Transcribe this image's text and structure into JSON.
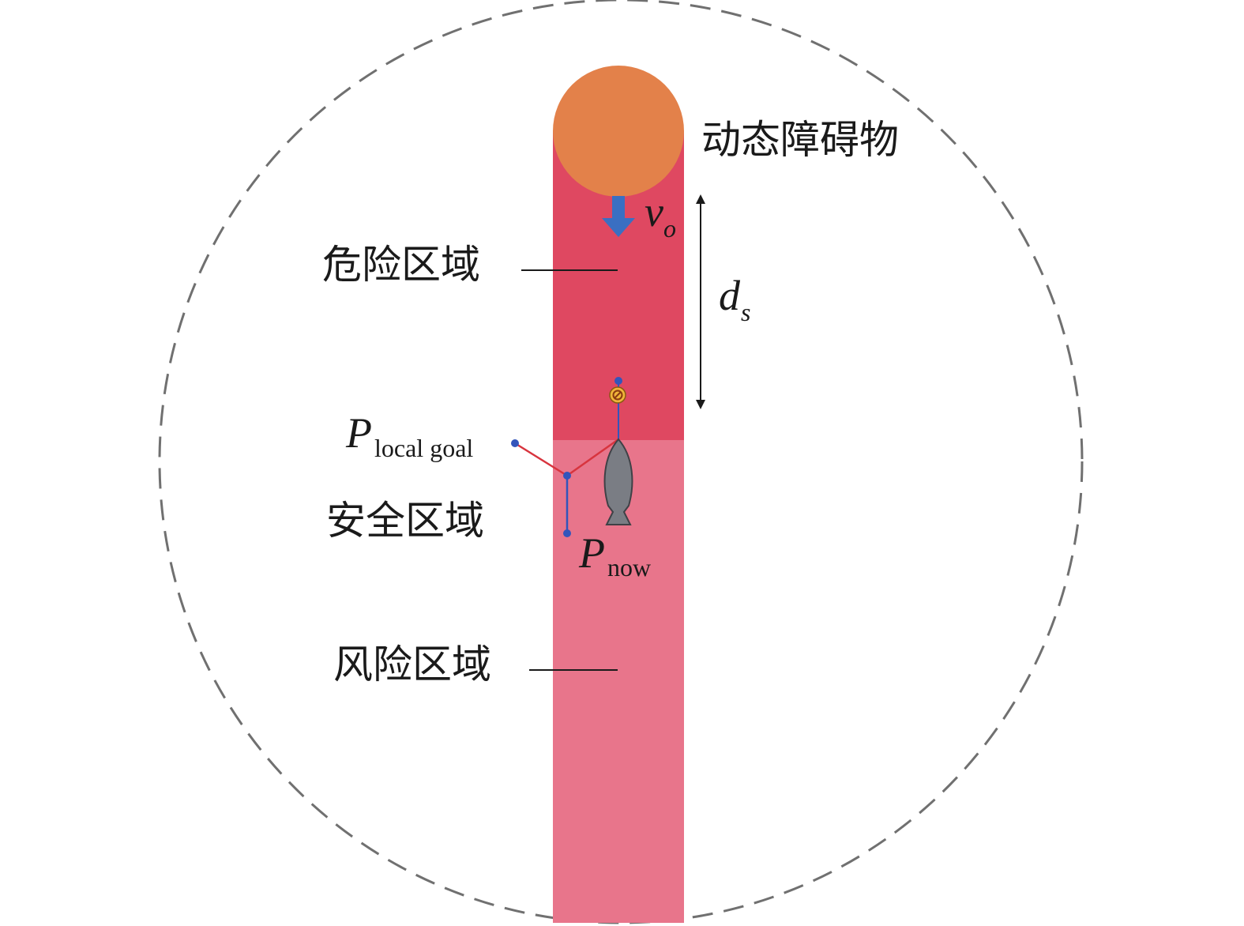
{
  "labels": {
    "obstacle": "动态障碍物",
    "danger_zone": "危险区域",
    "safe_zone": "安全区域",
    "risk_zone": "风险区域"
  },
  "math": {
    "velocity_main": "v",
    "velocity_sub": "o",
    "distance_main": "d",
    "distance_sub": "s",
    "local_goal_main": "P",
    "local_goal_sub": "local goal",
    "now_main": "P",
    "now_sub": "now"
  },
  "colors": {
    "danger_zone": "#df4861",
    "risk_zone": "#e8758b",
    "obstacle": "#e3814a",
    "arrow": "#3a6fc2",
    "path_red": "#d8343e",
    "path_blue": "#3355bb",
    "vehicle": "#7a7d84",
    "sensor_circle": "#707070",
    "stop_marker": "#f0b43a"
  },
  "icons": {
    "vehicle": "usv-boat-icon",
    "stop_marker": "stop-sign-icon",
    "velocity_arrow": "arrow-down-icon"
  }
}
